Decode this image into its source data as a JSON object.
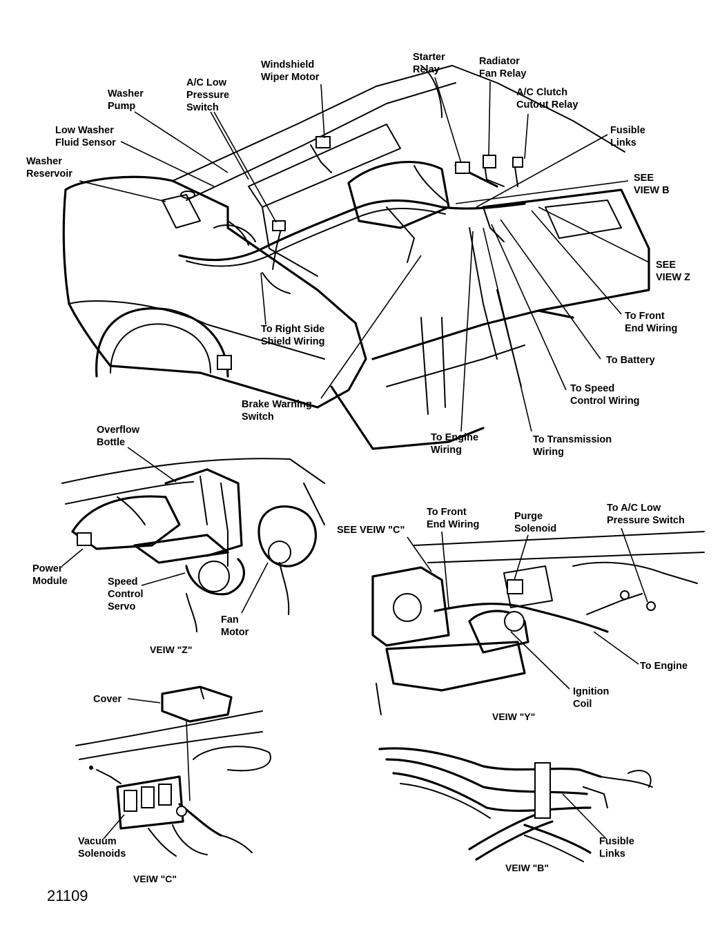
{
  "figure_number": "21109",
  "main_view": {
    "labels": {
      "windshield_wiper_motor": [
        "Windshield",
        "Wiper Motor"
      ],
      "starter_relay": [
        "Starter",
        "Relay"
      ],
      "radiator_fan_relay": [
        "Radiator",
        "Fan Relay"
      ],
      "ac_clutch_cutout_relay": [
        "A/C Clutch",
        "Cutout Relay"
      ],
      "ac_low_pressure_switch": [
        "A/C Low",
        "Pressure",
        "Switch"
      ],
      "washer_pump": [
        "Washer",
        "Pump"
      ],
      "low_washer_fluid_sensor": [
        "Low Washer",
        "Fluid Sensor"
      ],
      "washer_reservoir": [
        "Washer",
        "Reservoir"
      ],
      "fusible_links": [
        "Fusible",
        "Links"
      ],
      "see_view_b": [
        "SEE",
        "VIEW B"
      ],
      "see_view_z": [
        "SEE",
        "VIEW Z"
      ],
      "to_front_end_wiring": [
        "To Front",
        "End Wiring"
      ],
      "to_battery": [
        "To Battery"
      ],
      "to_speed_control_wiring": [
        "To Speed",
        "Control Wiring"
      ],
      "to_right_side_shield_wiring": [
        "To Right Side",
        "Shield Wiring"
      ],
      "brake_warning_switch": [
        "Brake Warning",
        "Switch"
      ],
      "to_engine_wiring": [
        "To Engine",
        "Wiring"
      ],
      "to_transmission_wiring": [
        "To Transmission",
        "Wiring"
      ]
    }
  },
  "view_z": {
    "caption": "VEIW \"Z\"",
    "labels": {
      "overflow_bottle": [
        "Overflow",
        "Bottle"
      ],
      "power_module": [
        "Power",
        "Module"
      ],
      "speed_control_servo": [
        "Speed",
        "Control",
        "Servo"
      ],
      "fan_motor": [
        "Fan",
        "Motor"
      ]
    }
  },
  "view_y": {
    "caption": "VEIW \"Y\"",
    "labels": {
      "see_view_c": [
        "SEE VEIW \"C\""
      ],
      "to_front_end_wiring": [
        "To Front",
        "End Wiring"
      ],
      "purge_solenoid": [
        "Purge",
        "Solenoid"
      ],
      "to_ac_low_pressure_switch": [
        "To A/C Low",
        "Pressure Switch"
      ],
      "to_engine": [
        "To Engine"
      ],
      "ignition_coil": [
        "Ignition",
        "Coil"
      ]
    }
  },
  "view_c": {
    "caption": "VEIW \"C\"",
    "labels": {
      "cover": [
        "Cover"
      ],
      "vacuum_solenoids": [
        "Vacuum",
        "Solenoids"
      ]
    }
  },
  "view_b": {
    "caption": "VEIW \"B\"",
    "labels": {
      "fusible_links": [
        "Fusible",
        "Links"
      ]
    }
  }
}
